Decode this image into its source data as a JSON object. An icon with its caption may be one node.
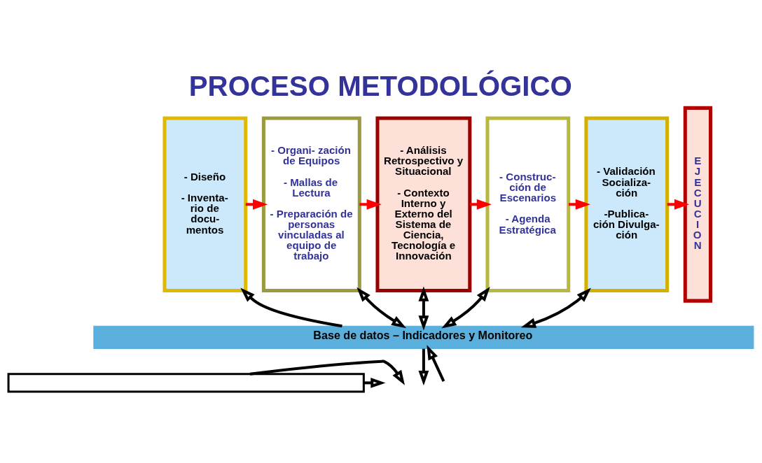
{
  "diagram": {
    "title": "PROCESO METODOLÓGICO",
    "nodes": [
      {
        "text": [
          "- Diseño",
          "- Inventa- rio de docu- mentos"
        ]
      },
      {
        "text": [
          "- Organi- zación de Equipos",
          "- Mallas de Lectura",
          "- Preparación de personas vinculadas al equipo de trabajo"
        ]
      },
      {
        "text": [
          "- Análisis Retrospectivo y Situacional",
          "- Contexto Interno y Externo del Sistema de Ciencia, Tecnología e Innovación"
        ]
      },
      {
        "text": [
          "- Construc- ción de Escenarios",
          "- Agenda Estratégica"
        ]
      },
      {
        "text": [
          "- Validación Socializa- ción",
          "-Publica- ción Divulga- ción"
        ]
      },
      {
        "text": [
          "EJECUCION"
        ]
      },
      {
        "text": [
          "Base de datos – Indicadores y Monitoreo"
        ]
      },
      {
        "text": [],
        "shape": "box"
      }
    ],
    "edges": [
      {
        "from": 0,
        "to": 1,
        "arrow": "to",
        "color": "#ff0000"
      },
      {
        "from": 1,
        "to": 2,
        "arrow": "to",
        "color": "#ff0000"
      },
      {
        "from": 2,
        "to": 3,
        "arrow": "to",
        "color": "#ff0000"
      },
      {
        "from": 3,
        "to": 4,
        "arrow": "to",
        "color": "#ff0000"
      },
      {
        "from": 4,
        "to": 5,
        "arrow": "to",
        "color": "#ff0000"
      },
      {
        "from": 6,
        "to": 0,
        "arrow": "to"
      },
      {
        "from": 1,
        "to": 6,
        "arrow": "both"
      },
      {
        "from": 2,
        "to": 6,
        "arrow": "both"
      },
      {
        "from": 3,
        "to": 6,
        "arrow": "both"
      },
      {
        "from": 4,
        "to": 6,
        "arrow": "both"
      },
      {
        "from": null,
        "to": 6,
        "arrow": "to"
      },
      {
        "from": 7,
        "to": null,
        "arrow": "to"
      },
      {
        "from": 7,
        "to": null,
        "arrow": "to"
      },
      {
        "from": 6,
        "to": null,
        "arrow": "to"
      }
    ]
  }
}
